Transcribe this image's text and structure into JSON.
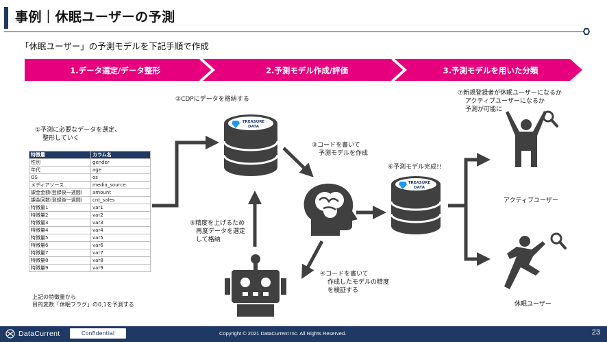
{
  "title": "事例｜休眠ユーザーの予測",
  "subtitle": "「休眠ユーザー」の予測モデルを下記手順で作成",
  "steps": [
    {
      "label": "1.データ選定/データ整形"
    },
    {
      "label": "2.予測モデル作成/評価"
    },
    {
      "label": "3.予測モデルを用いた分類"
    }
  ],
  "annotations": {
    "cdp": "②CDPにデータを格納する",
    "select_line1": "①予測に必要なデータを選定、",
    "select_line2": "整形していく",
    "code1_line1": "③コードを書いて",
    "code1_line2": "予測モデルを作成",
    "model_done": "⑥予測モデル完成!!",
    "classify_line1": "⑦新規登録者が休眠ユーザーになるか",
    "classify_line2": "アクティブユーザーになるか",
    "classify_line3": "予測が可能に",
    "accuracy_line1": "⑤精度を上げるため",
    "accuracy_line2": "再度データを選定",
    "accuracy_line3": "して格納",
    "code2_line1": "④コードを書いて",
    "code2_line2": "作成したモデルの精度",
    "code2_line3": "を検証する",
    "active_user": "アクティブユーザー",
    "dormant_user": "休眠ユーザー",
    "predict_line1": "上記の特徴量から",
    "predict_line2": "目的変数「休眠フラグ」の0,1を予測する"
  },
  "db_label_line1": "TREASURE",
  "db_label_line2": "DATA",
  "table": {
    "headers": [
      "特徴量",
      "カラム名"
    ],
    "rows": [
      [
        "性別",
        "gender"
      ],
      [
        "年代",
        "age"
      ],
      [
        "OS",
        "os"
      ],
      [
        "メディアソース",
        "media_source"
      ],
      [
        "課金金額(登録後一週間)",
        "amount"
      ],
      [
        "課金回数(登録後一週間)",
        "cnt_sales"
      ],
      [
        "特徴量1",
        "var1"
      ],
      [
        "特徴量2",
        "var2"
      ],
      [
        "特徴量3",
        "var3"
      ],
      [
        "特徴量4",
        "var4"
      ],
      [
        "特徴量5",
        "var5"
      ],
      [
        "特徴量6",
        "var6"
      ],
      [
        "特徴量7",
        "var7"
      ],
      [
        "特徴量8",
        "var8"
      ],
      [
        "特徴量9",
        "var9"
      ]
    ]
  },
  "footer": {
    "brand": "DataCurrent",
    "confidential": "Confidential",
    "copyright": "Copyright © 2021 DataCurrent Inc. All Rights Reserved.",
    "page": "23"
  },
  "colors": {
    "accent": "#e6007e",
    "navy": "#1f3864",
    "icon": "#404040"
  }
}
